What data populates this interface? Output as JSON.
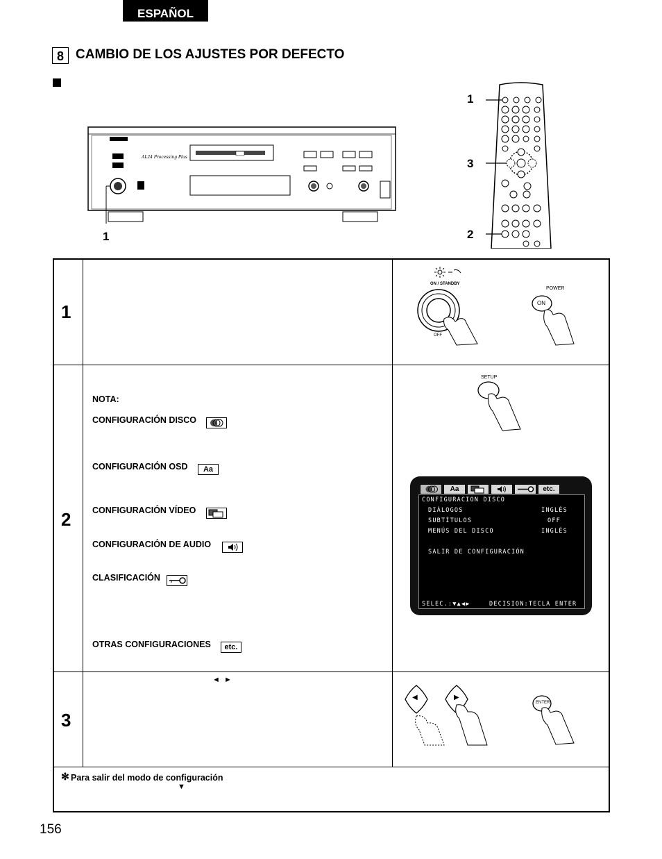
{
  "header": {
    "language_tab": "ESPAÑOL",
    "section_number": "8",
    "section_title": "CAMBIO DE LOS AJUSTES POR DEFECTO"
  },
  "callouts": {
    "player_1": "1",
    "remote_1": "1",
    "remote_3": "3",
    "remote_2": "2"
  },
  "steps": [
    {
      "number": "1"
    },
    {
      "number": "2"
    },
    {
      "number": "3"
    }
  ],
  "step1": {
    "standby_label": "ON / STANDBY",
    "off_label": "OFF",
    "power_label": "POWER",
    "on_button": "ON"
  },
  "step2": {
    "setup_button": "SETUP",
    "note_label": "NOTA:",
    "items": [
      {
        "label": "CONFIGURACIÓN DISCO",
        "icon": "disc-icon"
      },
      {
        "label": "CONFIGURACIÓN OSD",
        "icon": "osd-icon"
      },
      {
        "label": "CONFIGURACIÓN VÍDEO",
        "icon": "video-icon"
      },
      {
        "label": "CONFIGURACIÓN DE AUDIO",
        "icon": "audio-icon"
      },
      {
        "label": "CLASIFICACIÓN",
        "icon": "key-icon"
      },
      {
        "label": "OTRAS CONFIGURACIONES",
        "icon": "etc-icon"
      }
    ],
    "etc_text": "etc.",
    "osd_text": "Aa",
    "screen": {
      "header": "CONFIGURACION DISCO",
      "rows": [
        {
          "label": "DIÁLOGOS",
          "value": "INGLÉS"
        },
        {
          "label": "SUBTÍTULOS",
          "value": "OFF"
        },
        {
          "label": "MENÚS DEL DISCO",
          "value": "INGLÉS"
        }
      ],
      "exit": "SALIR DE CONFIGURACIÓN",
      "footer_left": "SELEC.:▼▲◀▶",
      "footer_right": "DECISION:TECLA ENTER"
    }
  },
  "step3": {
    "arrows": "◄  ►",
    "left_button": "◀",
    "right_button": "▶",
    "enter_button": "ENTER"
  },
  "footer": {
    "asterisk": "✻",
    "exit_text": "Para salir del modo de configuración",
    "down_arrow": "▼"
  },
  "page_number": "156"
}
